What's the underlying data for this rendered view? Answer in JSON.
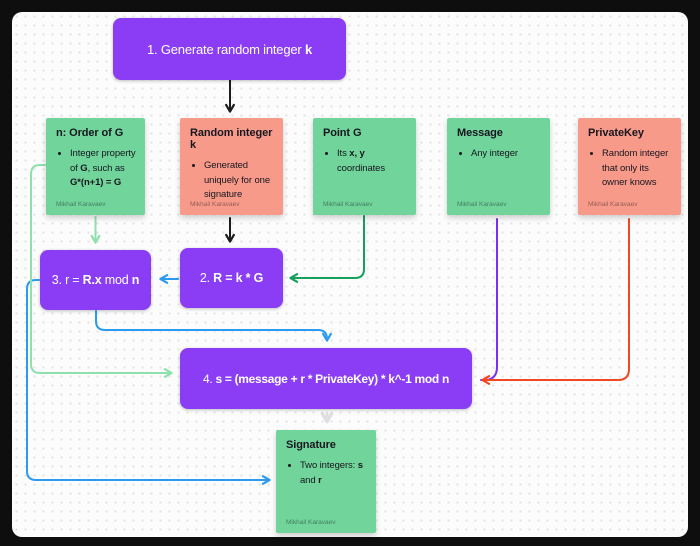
{
  "board": {
    "author": "Mikhail Karavaev"
  },
  "colors": {
    "frame": "#0e0e0e",
    "canvas_bg": "#fcfcfc",
    "canvas_dot": "#e3e3e3",
    "node_purple": "#8b3df5",
    "sticky_green": "#70d49b",
    "sticky_salmon": "#f79a8a",
    "text_dark": "#17171f",
    "text_light": "#ffffff",
    "connector_black": "#1c1c1c",
    "connector_blue": "#2b9bf2",
    "connector_green": "#16a05b",
    "connector_light_green": "#8ee0ad",
    "connector_purple": "#7a2ff5",
    "connector_red": "#f24822",
    "connector_gray": "#dfdfe3"
  },
  "nodes": {
    "step1": {
      "segments": [
        {
          "t": "1.  Generate random integer ",
          "b": false
        },
        {
          "t": "k",
          "b": true
        }
      ]
    },
    "step2": {
      "segments": [
        {
          "t": "2. ",
          "b": false
        },
        {
          "t": "R = k * G",
          "b": true
        }
      ]
    },
    "step3": {
      "segments": [
        {
          "t": "3. r = ",
          "b": false
        },
        {
          "t": "R.x",
          "b": true
        },
        {
          "t": " mod ",
          "b": false
        },
        {
          "t": "n",
          "b": true
        }
      ]
    },
    "step4": {
      "segments": [
        {
          "t": "4. ",
          "b": false
        },
        {
          "t": "s",
          "b": true
        },
        {
          "t": " = (message + r * PrivateKey) * k^-1 mod ",
          "b": true
        },
        {
          "t": "n",
          "b": true
        }
      ]
    }
  },
  "stickies": {
    "order_of_g": {
      "title": "n: Order of G",
      "bullet": [
        {
          "t": "Integer property of ",
          "b": false
        },
        {
          "t": "G",
          "b": true
        },
        {
          "t": ", such as ",
          "b": false
        },
        {
          "t": "G*(n+1) = G",
          "b": true
        }
      ],
      "author": "Mikhail Karavaev"
    },
    "random_integer_k": {
      "title": "Random integer k",
      "bullet": [
        {
          "t": "Generated uniquely for one signature",
          "b": false
        }
      ],
      "author": "Mikhail Karavaev"
    },
    "point_g": {
      "title": "Point G",
      "bullet": [
        {
          "t": "Its ",
          "b": false
        },
        {
          "t": "x, y",
          "b": true
        },
        {
          "t": " coordinates",
          "b": false
        }
      ],
      "author": "Mikhail Karavaev"
    },
    "message": {
      "title": "Message",
      "bullet": [
        {
          "t": "Any integer",
          "b": false
        }
      ],
      "author": "Mikhail Karavaev"
    },
    "private_key": {
      "title": "PrivateKey",
      "bullet": [
        {
          "t": "Random integer that only its owner knows",
          "b": false
        }
      ],
      "author": "Mikhail Karavaev"
    },
    "signature": {
      "title": "Signature",
      "bullet": [
        {
          "t": "Two integers: ",
          "b": false
        },
        {
          "t": "s",
          "b": true
        },
        {
          "t": " and ",
          "b": false
        },
        {
          "t": "r",
          "b": true
        }
      ],
      "author": "Mikhail Karavaev"
    }
  }
}
